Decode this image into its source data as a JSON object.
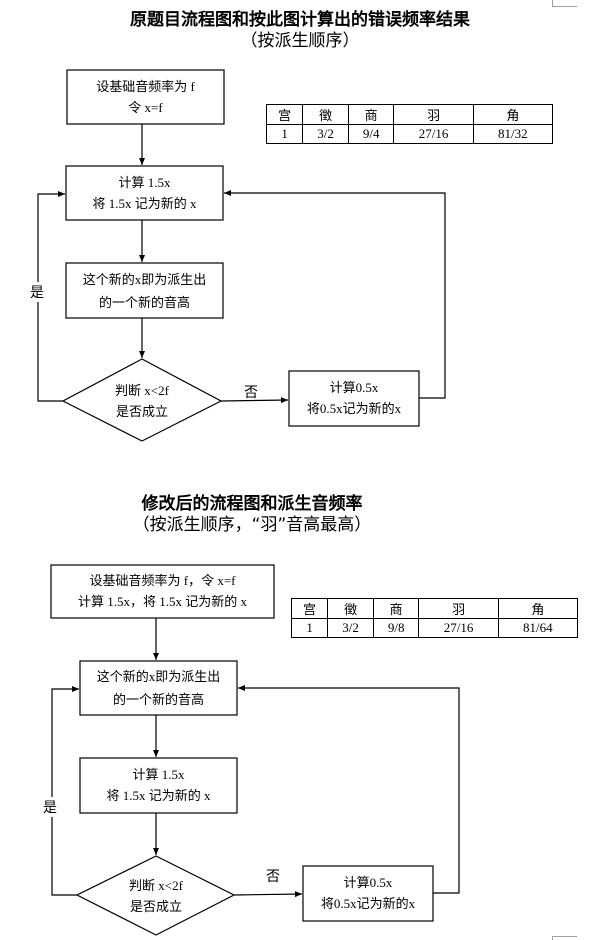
{
  "diagram1": {
    "title": "原题目流程图和按此图计算出的错误频率结果",
    "subtitle": "（按派生顺序）",
    "start_box": {
      "line1": "设基础音频率为 f",
      "line2": "令 x=f"
    },
    "calc_box": {
      "line1": "计算 1.5x",
      "line2": "将 1.5x 记为新的 x"
    },
    "new_note_box": {
      "line1": "这个新的x即为派生出",
      "line2": "的一个新的音高"
    },
    "decision": {
      "line1": "判断 x<2f",
      "line2": "是否成立"
    },
    "half_box": {
      "line1": "计算0.5x",
      "line2": "将0.5x记为新的x"
    },
    "yes_label": "是",
    "no_label": "否",
    "table": {
      "headers": [
        "宫",
        "徵",
        "商",
        "羽",
        "角"
      ],
      "values": [
        "1",
        "3/2",
        "9/4",
        "27/16",
        "81/32"
      ]
    }
  },
  "diagram2": {
    "title": "修改后的流程图和派生音频率",
    "subtitle": "（按派生顺序，“羽”音高最高）",
    "start_box": {
      "line1": "设基础音频率为 f，令 x=f",
      "line2": "计算 1.5x，将 1.5x 记为新的 x"
    },
    "new_note_box": {
      "line1": "这个新的x即为派生出",
      "line2": "的一个新的音高"
    },
    "calc_box": {
      "line1": "计算 1.5x",
      "line2": "将 1.5x 记为新的 x"
    },
    "decision": {
      "line1": "判断 x<2f",
      "line2": "是否成立"
    },
    "half_box": {
      "line1": "计算0.5x",
      "line2": "将0.5x记为新的x"
    },
    "yes_label": "是",
    "no_label": "否",
    "table": {
      "headers": [
        "宫",
        "徵",
        "商",
        "羽",
        "角"
      ],
      "values": [
        "1",
        "3/2",
        "9/8",
        "27/16",
        "81/64"
      ]
    }
  }
}
